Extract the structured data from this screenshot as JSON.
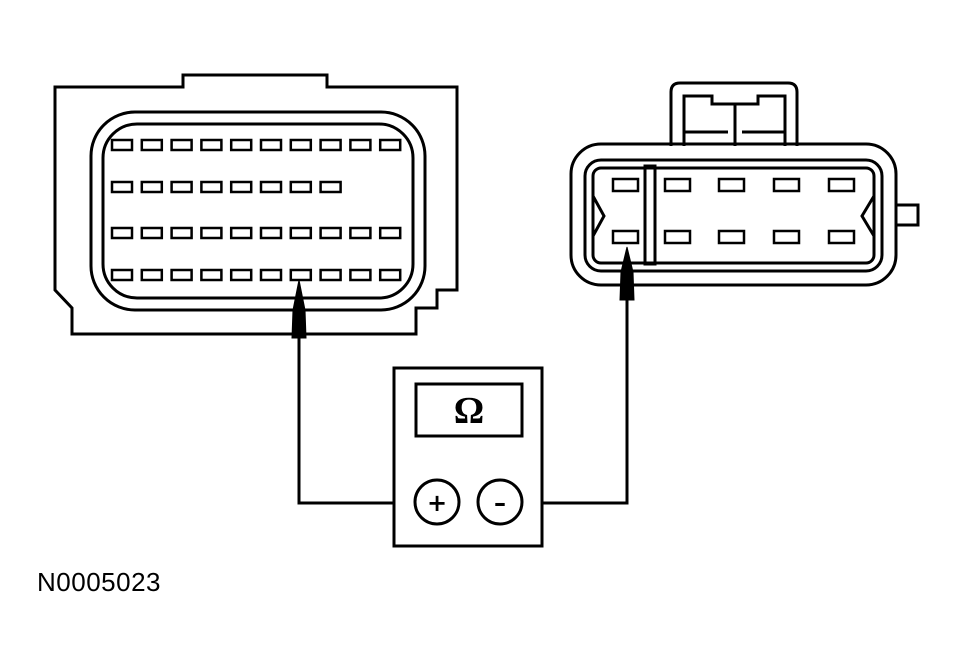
{
  "meter": {
    "display_symbol": "Ω",
    "positive_symbol": "+",
    "negative_symbol": "–"
  },
  "figure_code": "N0005023",
  "left_connector": {
    "pin_rows": [
      10,
      8,
      10,
      10
    ]
  },
  "right_connector": {
    "pin_rows": [
      5,
      5
    ]
  },
  "colors": {
    "line": "#000000",
    "background": "#ffffff"
  }
}
